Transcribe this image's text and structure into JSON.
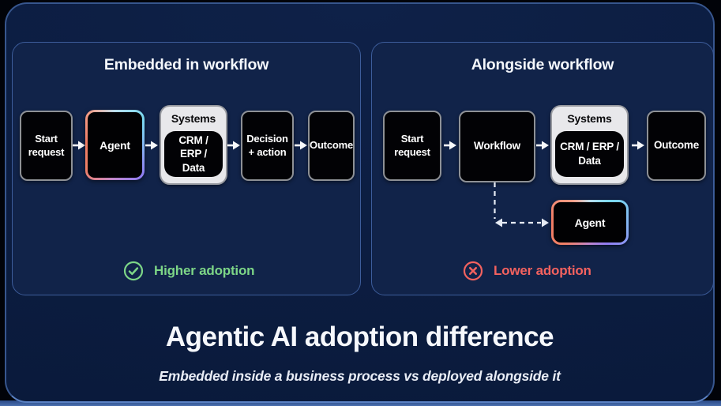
{
  "colors": {
    "positive": "#7dd687",
    "negative": "#f4625f",
    "panel_border": "#3d5d9b",
    "node_border": "#8e9196",
    "agent_gradient": [
      "#f07c64",
      "#79d8f0",
      "#8f7cf2"
    ]
  },
  "icons": {
    "positive": "check-circle-icon",
    "negative": "x-circle-icon",
    "flow": "arrow-right-icon",
    "loop": "dashed-double-arrow-icon"
  },
  "panels": {
    "embedded": {
      "title": "Embedded in workflow",
      "nodes": {
        "start": "Start request",
        "agent": "Agent",
        "systems_label": "Systems",
        "systems_content": "CRM / ERP / Data",
        "decision": "Decision + action",
        "outcome": "Outcome"
      },
      "status": "Higher adoption"
    },
    "alongside": {
      "title": "Alongside workflow",
      "nodes": {
        "start": "Start request",
        "workflow": "Workflow",
        "systems_label": "Systems",
        "systems_content": "CRM / ERP / Data",
        "outcome": "Outcome",
        "agent": "Agent"
      },
      "status": "Lower adoption"
    }
  },
  "footer": {
    "title": "Agentic AI adoption difference",
    "subtitle": "Embedded inside a business process vs deployed alongside it"
  }
}
